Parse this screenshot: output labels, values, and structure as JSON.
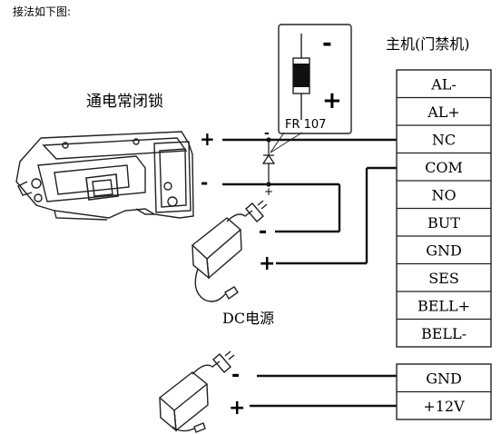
{
  "header": {
    "note": "接法如下图:"
  },
  "lock": {
    "title": "通电常闭锁",
    "plus": "+",
    "minus": "-"
  },
  "diode": {
    "model": "FR 107",
    "plus": "+",
    "minus": "-"
  },
  "power_supply": {
    "caption": "DC电源",
    "minus": "-",
    "plus": "+"
  },
  "power_supply_2": {
    "minus": "-",
    "plus": "+"
  },
  "wire_marks": {
    "minus": "-",
    "plus": "+"
  },
  "controller": {
    "title": "主机(门禁机)",
    "terminals": [
      "AL-",
      "AL+",
      "NC",
      "COM",
      "NO",
      "BUT",
      "GND",
      "SES",
      "BELL+",
      "BELL-"
    ]
  },
  "power_terminals": [
    "GND",
    "+12V"
  ]
}
